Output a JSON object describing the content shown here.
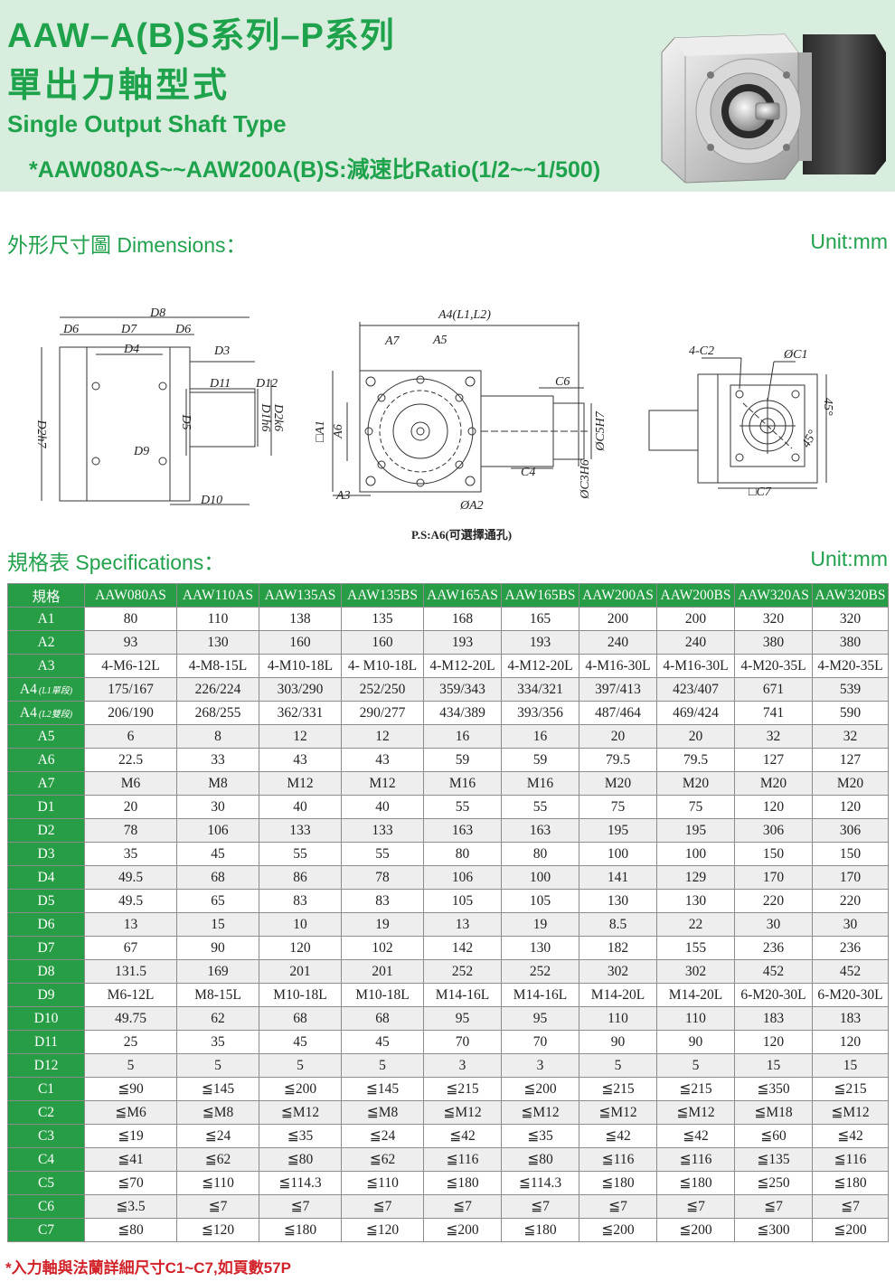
{
  "header": {
    "title_series": "AAW–A(B)S系列–P系列",
    "title_type_cn": "單出力軸型式",
    "title_type_en": "Single Output Shaft Type",
    "ratio_note": "*AAW080AS~~AAW200A(B)S:減速比Ratio(1/2~~1/500)"
  },
  "dimensions_section": {
    "heading": "外形尺寸圖 Dimensions：",
    "unit": "Unit:mm",
    "labels": {
      "front": [
        "D8",
        "D6",
        "D7",
        "D6",
        "D4",
        "D3",
        "D11",
        "D12",
        "D2h7",
        "D5",
        "D1h6",
        "D2k6",
        "D9",
        "D10"
      ],
      "side": [
        "A4(L1,L2)",
        "A7",
        "A5",
        "C6",
        "A1",
        "A6",
        "C5H7",
        "C3H6",
        "C4",
        "A3",
        "ØA2"
      ],
      "end": [
        "4-C2",
        "ØC1",
        "45°",
        "□C7"
      ]
    },
    "ps_note": "P.S:A6(可選擇通孔)"
  },
  "specs_section": {
    "heading": "規格表 Specifications：",
    "unit": "Unit:mm"
  },
  "table": {
    "header_label": "規格",
    "models": [
      "AAW080AS",
      "AAW110AS",
      "AAW135AS",
      "AAW135BS",
      "AAW165AS",
      "AAW165BS",
      "AAW200AS",
      "AAW200BS",
      "AAW320AS",
      "AAW320BS"
    ],
    "rows": [
      {
        "label": "A1",
        "values": [
          "80",
          "110",
          "138",
          "135",
          "168",
          "165",
          "200",
          "200",
          "320",
          "320"
        ]
      },
      {
        "label": "A2",
        "values": [
          "93",
          "130",
          "160",
          "160",
          "193",
          "193",
          "240",
          "240",
          "380",
          "380"
        ]
      },
      {
        "label": "A3",
        "values": [
          "4-M6-12L",
          "4-M8-15L",
          "4-M10-18L",
          "4- M10-18L",
          "4-M12-20L",
          "4-M12-20L",
          "4-M16-30L",
          "4-M16-30L",
          "4-M20-35L",
          "4-M20-35L"
        ]
      },
      {
        "label": "A4",
        "sub": "(L1單段)",
        "values": [
          "175/167",
          "226/224",
          "303/290",
          "252/250",
          "359/343",
          "334/321",
          "397/413",
          "423/407",
          "671",
          "539"
        ]
      },
      {
        "label": "A4",
        "sub": "(L2雙段)",
        "values": [
          "206/190",
          "268/255",
          "362/331",
          "290/277",
          "434/389",
          "393/356",
          "487/464",
          "469/424",
          "741",
          "590"
        ]
      },
      {
        "label": "A5",
        "values": [
          "6",
          "8",
          "12",
          "12",
          "16",
          "16",
          "20",
          "20",
          "32",
          "32"
        ]
      },
      {
        "label": "A6",
        "values": [
          "22.5",
          "33",
          "43",
          "43",
          "59",
          "59",
          "79.5",
          "79.5",
          "127",
          "127"
        ]
      },
      {
        "label": "A7",
        "values": [
          "M6",
          "M8",
          "M12",
          "M12",
          "M16",
          "M16",
          "M20",
          "M20",
          "M20",
          "M20"
        ]
      },
      {
        "label": "D1",
        "values": [
          "20",
          "30",
          "40",
          "40",
          "55",
          "55",
          "75",
          "75",
          "120",
          "120"
        ]
      },
      {
        "label": "D2",
        "values": [
          "78",
          "106",
          "133",
          "133",
          "163",
          "163",
          "195",
          "195",
          "306",
          "306"
        ]
      },
      {
        "label": "D3",
        "values": [
          "35",
          "45",
          "55",
          "55",
          "80",
          "80",
          "100",
          "100",
          "150",
          "150"
        ]
      },
      {
        "label": "D4",
        "values": [
          "49.5",
          "68",
          "86",
          "78",
          "106",
          "100",
          "141",
          "129",
          "170",
          "170"
        ]
      },
      {
        "label": "D5",
        "values": [
          "49.5",
          "65",
          "83",
          "83",
          "105",
          "105",
          "130",
          "130",
          "220",
          "220"
        ]
      },
      {
        "label": "D6",
        "values": [
          "13",
          "15",
          "10",
          "19",
          "13",
          "19",
          "8.5",
          "22",
          "30",
          "30"
        ]
      },
      {
        "label": "D7",
        "values": [
          "67",
          "90",
          "120",
          "102",
          "142",
          "130",
          "182",
          "155",
          "236",
          "236"
        ]
      },
      {
        "label": "D8",
        "values": [
          "131.5",
          "169",
          "201",
          "201",
          "252",
          "252",
          "302",
          "302",
          "452",
          "452"
        ]
      },
      {
        "label": "D9",
        "values": [
          "M6-12L",
          "M8-15L",
          "M10-18L",
          "M10-18L",
          "M14-16L",
          "M14-16L",
          "M14-20L",
          "M14-20L",
          "6-M20-30L",
          "6-M20-30L"
        ]
      },
      {
        "label": "D10",
        "values": [
          "49.75",
          "62",
          "68",
          "68",
          "95",
          "95",
          "110",
          "110",
          "183",
          "183"
        ]
      },
      {
        "label": "D11",
        "values": [
          "25",
          "35",
          "45",
          "45",
          "70",
          "70",
          "90",
          "90",
          "120",
          "120"
        ]
      },
      {
        "label": "D12",
        "values": [
          "5",
          "5",
          "5",
          "5",
          "3",
          "3",
          "5",
          "5",
          "15",
          "15"
        ]
      },
      {
        "label": "C1",
        "values": [
          "≦90",
          "≦145",
          "≦200",
          "≦145",
          "≦215",
          "≦200",
          "≦215",
          "≦215",
          "≦350",
          "≦215"
        ]
      },
      {
        "label": "C2",
        "values": [
          "≦M6",
          "≦M8",
          "≦M12",
          "≦M8",
          "≦M12",
          "≦M12",
          "≦M12",
          "≦M12",
          "≦M18",
          "≦M12"
        ]
      },
      {
        "label": "C3",
        "values": [
          "≦19",
          "≦24",
          "≦35",
          "≦24",
          "≦42",
          "≦35",
          "≦42",
          "≦42",
          "≦60",
          "≦42"
        ]
      },
      {
        "label": "C4",
        "values": [
          "≦41",
          "≦62",
          "≦80",
          "≦62",
          "≦116",
          "≦80",
          "≦116",
          "≦116",
          "≦135",
          "≦116"
        ]
      },
      {
        "label": "C5",
        "values": [
          "≦70",
          "≦110",
          "≦114.3",
          "≦110",
          "≦180",
          "≦114.3",
          "≦180",
          "≦180",
          "≦250",
          "≦180"
        ]
      },
      {
        "label": "C6",
        "values": [
          "≦3.5",
          "≦7",
          "≦7",
          "≦7",
          "≦7",
          "≦7",
          "≦7",
          "≦7",
          "≦7",
          "≦7"
        ]
      },
      {
        "label": "C7",
        "values": [
          "≦80",
          "≦120",
          "≦180",
          "≦120",
          "≦200",
          "≦180",
          "≦200",
          "≦200",
          "≦300",
          "≦200"
        ]
      }
    ]
  },
  "footnote": "*入力軸與法蘭詳細尺寸C1~C7,如頁數57P",
  "colors": {
    "brand_green": "#1ea24b",
    "banner_bg": "#d8eddd",
    "table_header_bg": "#279d45",
    "footnote_red": "#d2232a"
  }
}
